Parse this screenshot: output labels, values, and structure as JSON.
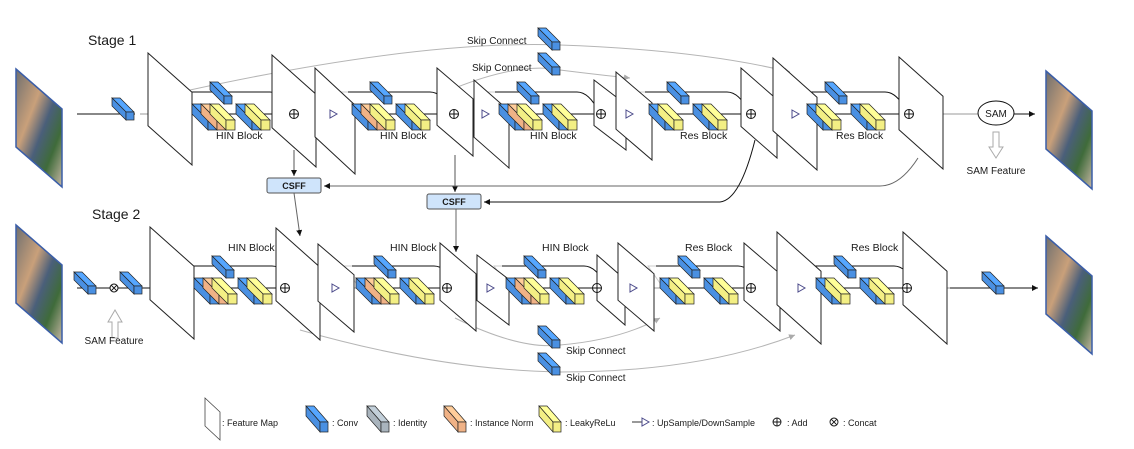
{
  "title": "Two-stage HINet-style architecture",
  "stages": [
    {
      "label": "Stage 1",
      "blocks": [
        {
          "label": "HIN Block",
          "type": "hin"
        },
        {
          "label": "HIN Block",
          "type": "hin"
        },
        {
          "label": "HIN Block",
          "type": "hin"
        },
        {
          "label": "Res Block",
          "type": "res"
        },
        {
          "label": "Res Block",
          "type": "res"
        }
      ],
      "skip_labels": [
        "Skip Connect",
        "Skip Connect"
      ],
      "sam_label": "SAM",
      "sam_feature_label": "SAM Feature"
    },
    {
      "label": "Stage 2",
      "blocks": [
        {
          "label": "HIN Block",
          "type": "hin"
        },
        {
          "label": "HIN Block",
          "type": "hin"
        },
        {
          "label": "HIN Block",
          "type": "hin"
        },
        {
          "label": "Res Block",
          "type": "res"
        },
        {
          "label": "Res Block",
          "type": "res"
        }
      ],
      "skip_labels": [
        "Skip Connect",
        "Skip Connect"
      ],
      "sam_feature_label": "SAM Feature"
    }
  ],
  "csff_labels": [
    "CSFF",
    "CSFF"
  ],
  "legend": [
    {
      "icon": "feature-map",
      "label": ": Feature Map"
    },
    {
      "icon": "conv",
      "label": ": Conv"
    },
    {
      "icon": "identity",
      "label": ": Identity"
    },
    {
      "icon": "instance-norm",
      "label": ": Instance Norm"
    },
    {
      "icon": "leaky-relu",
      "label": ": LeakyReLu"
    },
    {
      "icon": "updown-sample",
      "label": ": UpSample/DownSample"
    },
    {
      "icon": "add",
      "label": ": Add"
    },
    {
      "icon": "concat",
      "label": ": Concat"
    }
  ],
  "colors": {
    "conv": "#4a90e2",
    "identity": "#a9b4bd",
    "instance_norm": "#f0b286",
    "leaky_relu": "#f3ef84",
    "csff_fill": "#cfe4fb",
    "image_border": "#3b5ea8",
    "updown_arrow": "#4b4a8a",
    "skip_line": "#b5b5b5"
  }
}
